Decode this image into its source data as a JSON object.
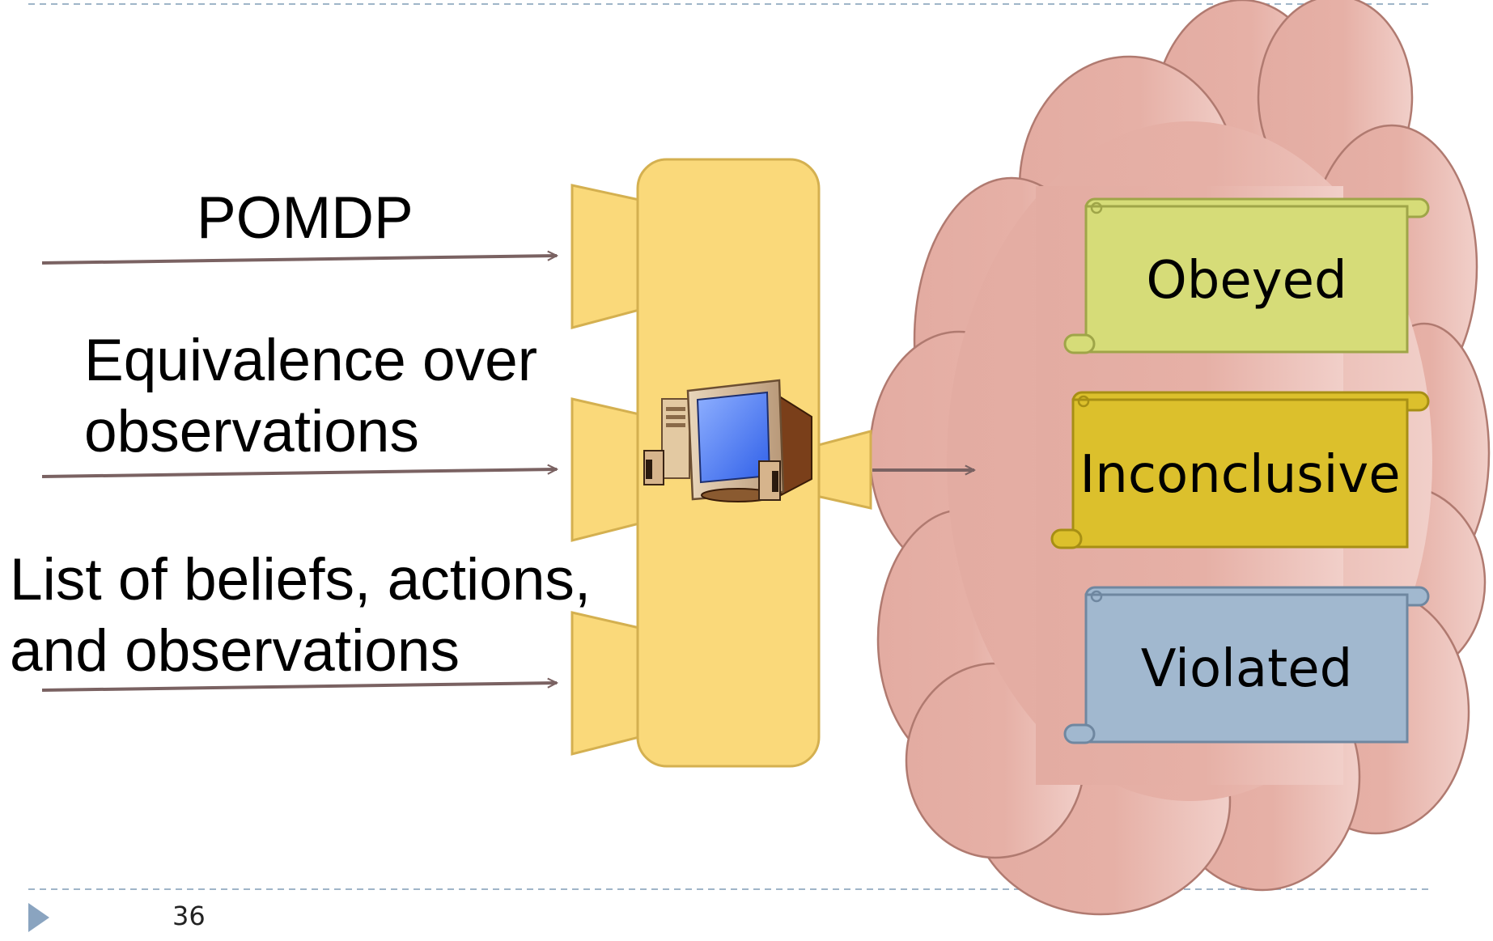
{
  "inputs": {
    "pomdp": "POMDP",
    "equivalence": [
      "Equivalence over",
      "observations"
    ],
    "beliefs": [
      "List of beliefs, actions,",
      "and observations"
    ]
  },
  "results": {
    "obeyed": "Obeyed",
    "inconclusive": "Inconclusive",
    "violated": "Violated"
  },
  "footer": {
    "page_number": "36"
  },
  "colors": {
    "processor_fill": "#fad97a",
    "processor_stroke": "#d4b050",
    "cloud_fill": "#e8b1a8",
    "cloud_stroke": "#b07a70",
    "arrow": "#7a6262",
    "obeyed_fill": "#d6dc78",
    "inconclusive_fill": "#dcc02c",
    "violated_fill": "#a1b8cf",
    "footer_marker": "#8aa4c0"
  },
  "icons": {
    "processor": "computer-icon"
  }
}
